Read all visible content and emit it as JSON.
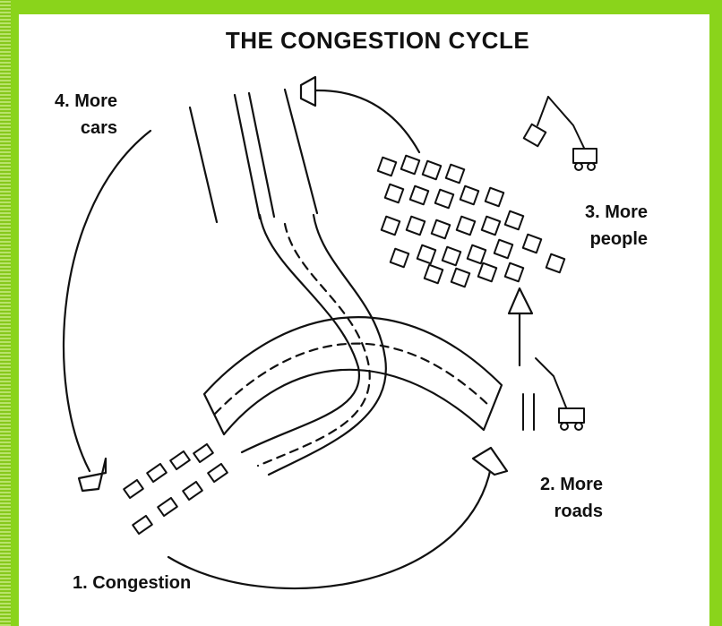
{
  "title": "THE CONGESTION CYCLE",
  "stages": [
    {
      "lines": [
        "1. Congestion"
      ]
    },
    {
      "lines": [
        "2. More",
        "roads"
      ]
    },
    {
      "lines": [
        "3. More",
        "people"
      ]
    },
    {
      "lines": [
        "4. More",
        "cars"
      ]
    }
  ],
  "colors": {
    "frame": "#8ad41b",
    "ink": "#111111",
    "background": "#ffffff"
  }
}
